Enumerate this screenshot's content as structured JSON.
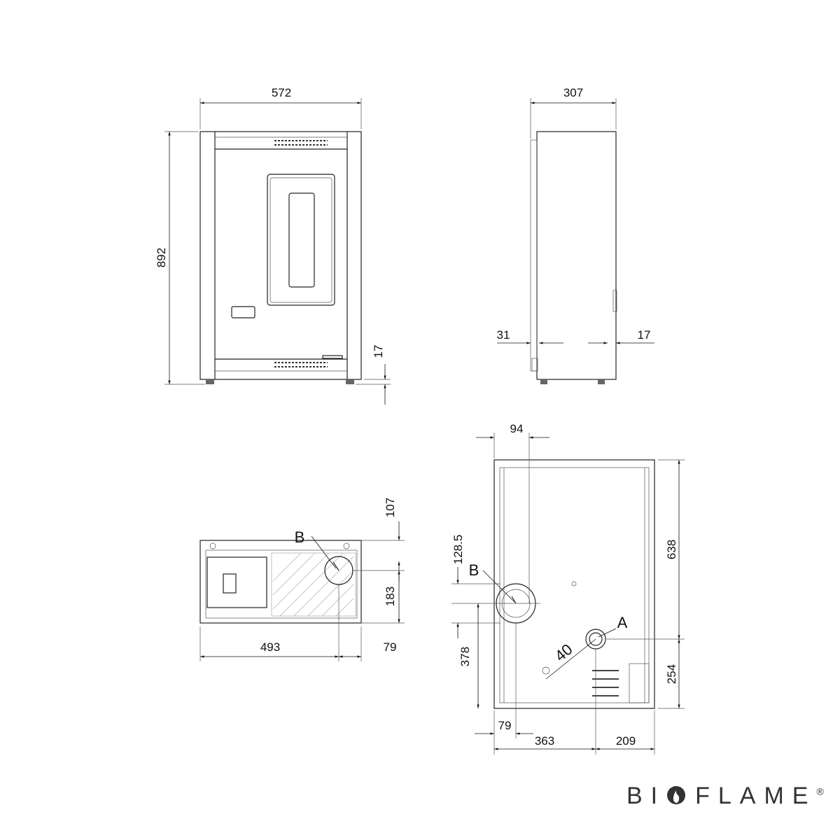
{
  "front_view": {
    "width": "572",
    "height": "892",
    "foot_height": "17"
  },
  "side_view": {
    "depth": "307",
    "front_offset": "31",
    "rear_offset": "17"
  },
  "top_view": {
    "label_b": "B",
    "dim_107": "107",
    "dim_183": "183",
    "dim_493": "493",
    "dim_79": "79"
  },
  "rear_view": {
    "dim_94": "94",
    "dim_128_5": "128.5",
    "label_b": "B",
    "label_a": "A",
    "dim_40": "40",
    "dim_378": "378",
    "dim_638": "638",
    "dim_254": "254",
    "dim_79": "79",
    "dim_363": "363",
    "dim_209": "209"
  },
  "logo": {
    "text_pre": "BI",
    "text_post": "FLAME",
    "registered": "®"
  }
}
